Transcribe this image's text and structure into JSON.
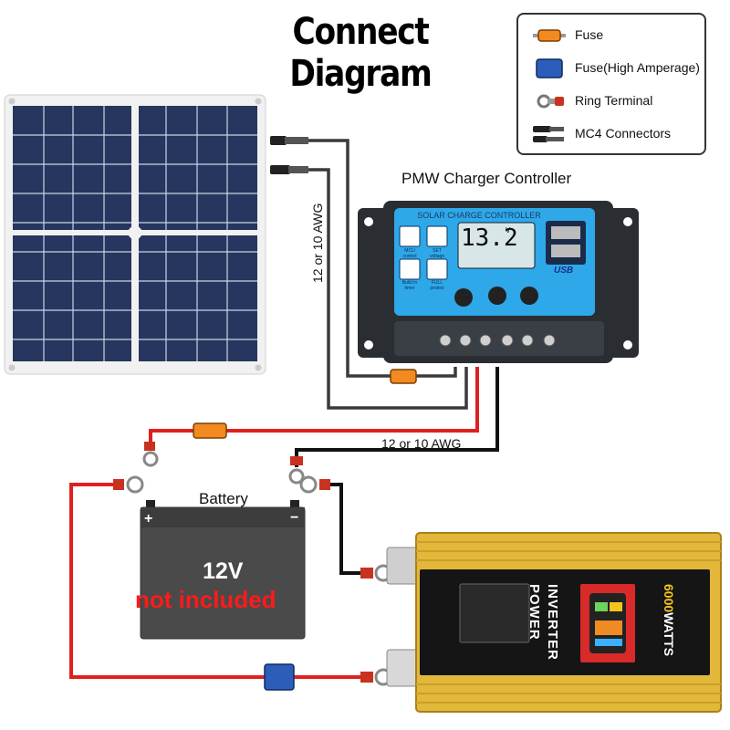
{
  "title": "Connect Diagram",
  "legend": {
    "items": [
      {
        "label": "Fuse",
        "icon": "fuse-icon",
        "color": "#f28a1f"
      },
      {
        "label": "Fuse(High Amperage)",
        "icon": "high-amperage-fuse-icon",
        "color": "#2c5db8"
      },
      {
        "label": "Ring Terminal",
        "icon": "ring-terminal-icon",
        "color": "#c8321e"
      },
      {
        "label": "MC4 Connectors",
        "icon": "mc4-connector-icon",
        "color": "#222222"
      }
    ]
  },
  "controller": {
    "title": "PMW Charger Controller",
    "panel_header": "SOLAR CHARGE CONTROLLER",
    "lcd_reading": "13.2",
    "lcd_unit": "V",
    "features": [
      "MCU control",
      "SET voltage",
      "Build in timer",
      "FULL protect"
    ],
    "usb_label": "USB",
    "colors": {
      "body": "#2a2e33",
      "panel": "#2ea8e8"
    }
  },
  "wires": {
    "solar_gauge": "12 or 10 AWG",
    "battery_gauge": "12 or 10 AWG",
    "colors": {
      "positive": "#e02020",
      "negative": "#111111",
      "pv": "#333333"
    }
  },
  "battery": {
    "label": "Battery",
    "voltage": "12V",
    "note": "not included",
    "colors": {
      "body": "#4a4a4a",
      "note": "#ff1a1a"
    }
  },
  "inverter": {
    "line1": "POWER",
    "line2": "INVERTER",
    "power_value": "6000",
    "power_unit": "WATTS",
    "colors": {
      "body": "#e3b73a",
      "face": "#151515"
    }
  },
  "solar_panel": {
    "colors": {
      "cells": "#27365e",
      "frame": "#f1f1f1"
    }
  }
}
